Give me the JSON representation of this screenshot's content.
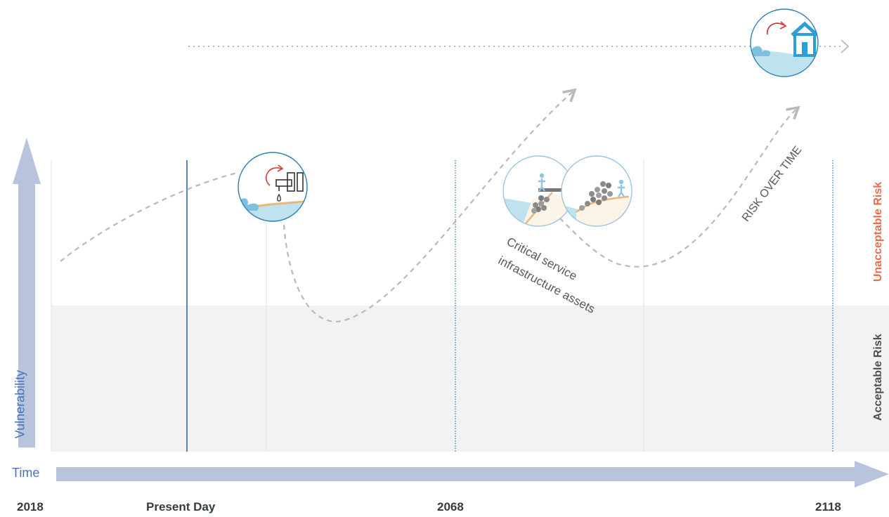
{
  "axes": {
    "y_label": "Vulnerability",
    "x_label": "Time"
  },
  "zones": {
    "upper_label": "Unacceptable Risk",
    "lower_label": "Acceptable Risk"
  },
  "timeline": {
    "ticks": [
      "2018",
      "Present Day",
      "2068",
      "2118"
    ]
  },
  "annotations": {
    "risk_curve": "RISK OVER TIME",
    "asset_line1": "Critical service",
    "asset_line2": "infrastructure assets"
  },
  "colors": {
    "axis_arrow": "#b8c4de",
    "acceptable_zone": "#f1f2f1",
    "unacceptable_label": "#ee6a4b",
    "acceptable_label": "#4a4f55",
    "present_day_line": "#1f5fa8",
    "risk_path": "#b9b9b9",
    "icon_ring": "#2c7fb8",
    "water": "#bfe2ef",
    "sand": "#e8b77b",
    "cycle_arrow": "#d9363e",
    "house": "#2e9fd6"
  },
  "icons": [
    "water-supply-retreat-icon",
    "seawall-icon",
    "rock-revetment-icon",
    "house-retreat-icon"
  ]
}
